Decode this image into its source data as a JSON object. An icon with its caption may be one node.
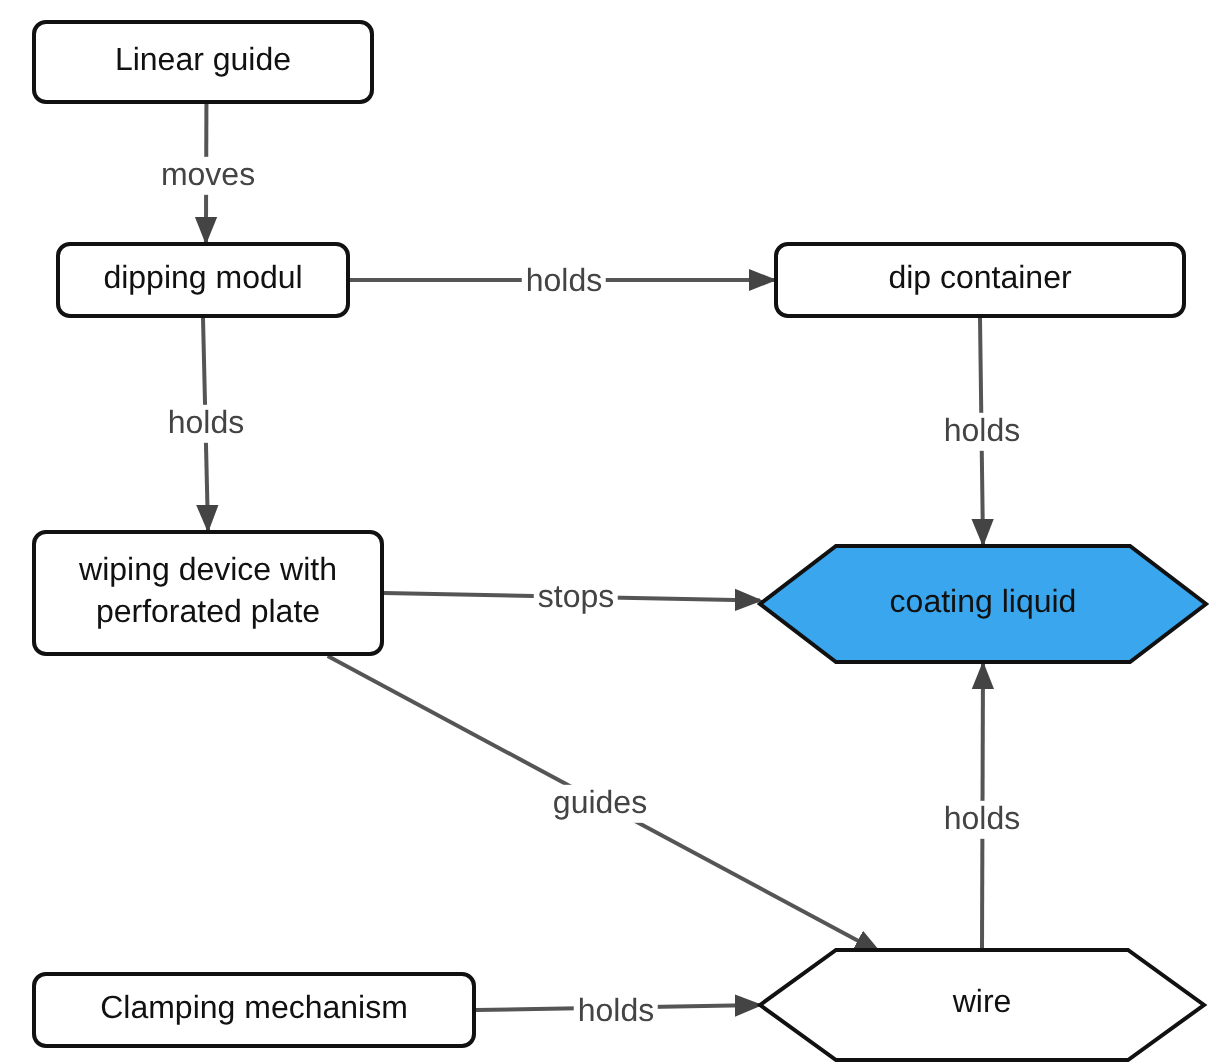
{
  "diagram": {
    "nodes": [
      {
        "text": [
          "Linear guide"
        ]
      },
      {
        "text": [
          "dipping modul"
        ]
      },
      {
        "text": [
          "dip container"
        ]
      },
      {
        "text": [
          "wiping device with perforated plate"
        ]
      },
      {
        "text": [
          "coating liquid"
        ]
      },
      {
        "text": [
          "Clamping mechanism"
        ]
      },
      {
        "text": [
          "wire"
        ]
      }
    ],
    "edges": [
      {
        "from": 0,
        "to": 1,
        "arrow": "to",
        "label": "moves"
      },
      {
        "from": 1,
        "to": 2,
        "arrow": "to",
        "label": "holds"
      },
      {
        "from": 1,
        "to": 3,
        "arrow": "to",
        "label": "holds"
      },
      {
        "from": 2,
        "to": 4,
        "arrow": "to",
        "label": "holds"
      },
      {
        "from": 3,
        "to": 4,
        "arrow": "to",
        "label": "stops"
      },
      {
        "from": 3,
        "to": 6,
        "arrow": "to",
        "label": "guides"
      },
      {
        "from": 6,
        "to": 4,
        "arrow": "to",
        "label": "holds"
      },
      {
        "from": 5,
        "to": 6,
        "arrow": "to",
        "label": "holds"
      }
    ]
  }
}
